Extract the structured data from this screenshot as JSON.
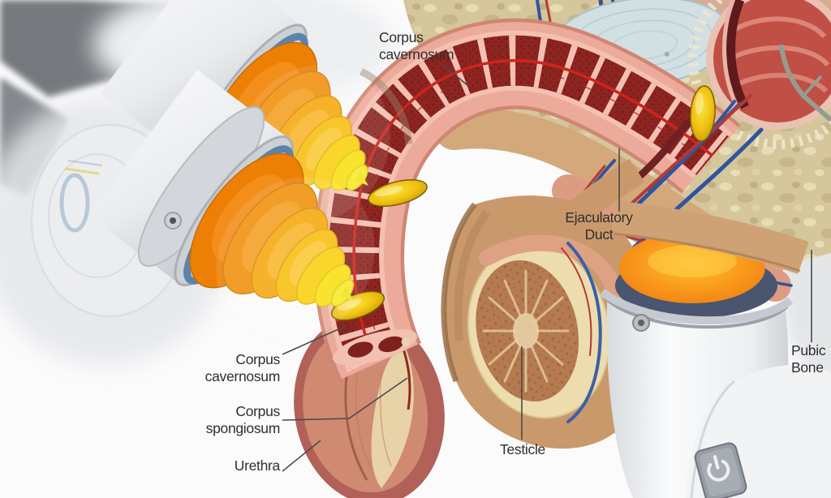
{
  "labels": {
    "corpus_cavernosum_top": "Corpus cavernosum",
    "ejaculatory_duct": "Ejaculatory Duct",
    "pubic_bone": "Pubic Bone",
    "corpus_cavernosum_lower": "Corpus cavernosum",
    "corpus_spongiosum": "Corpus spongiosum",
    "urethra": "Urethra",
    "testicle": "Testicle"
  },
  "icons": {
    "power_button": "power-icon"
  },
  "colors": {
    "background": "#fbfbfc",
    "label_text": "#2e2e2e",
    "leader_line": "#4a4a4a",
    "wave_orange": "#ed7f05",
    "wave_yellow": "#f7e92a",
    "focal_gold": "#f5d016",
    "corpus_cavernosum_red": "#8c2420",
    "septa_pink": "#f4c0b2",
    "artery_red": "#cf241c",
    "vein_blue": "#2e55a0",
    "skin_pink": "#ecab9a",
    "skin_tan": "#d2a87c",
    "glans_mauve": "#b26158",
    "spongiosum_salmon": "#d08a72",
    "urethra_cream": "#e9d6ab",
    "bone_khaki": "#d5c69b",
    "bladder_blue": "#d2e0e4",
    "prostate_red": "#c04f46",
    "testicle_brown": "#b57a50",
    "tunica_cream": "#ecdcae",
    "device_white": "#f2f3f5",
    "device_blue_ring": "#5c83ac",
    "glow_orange": "#ee7d12"
  }
}
